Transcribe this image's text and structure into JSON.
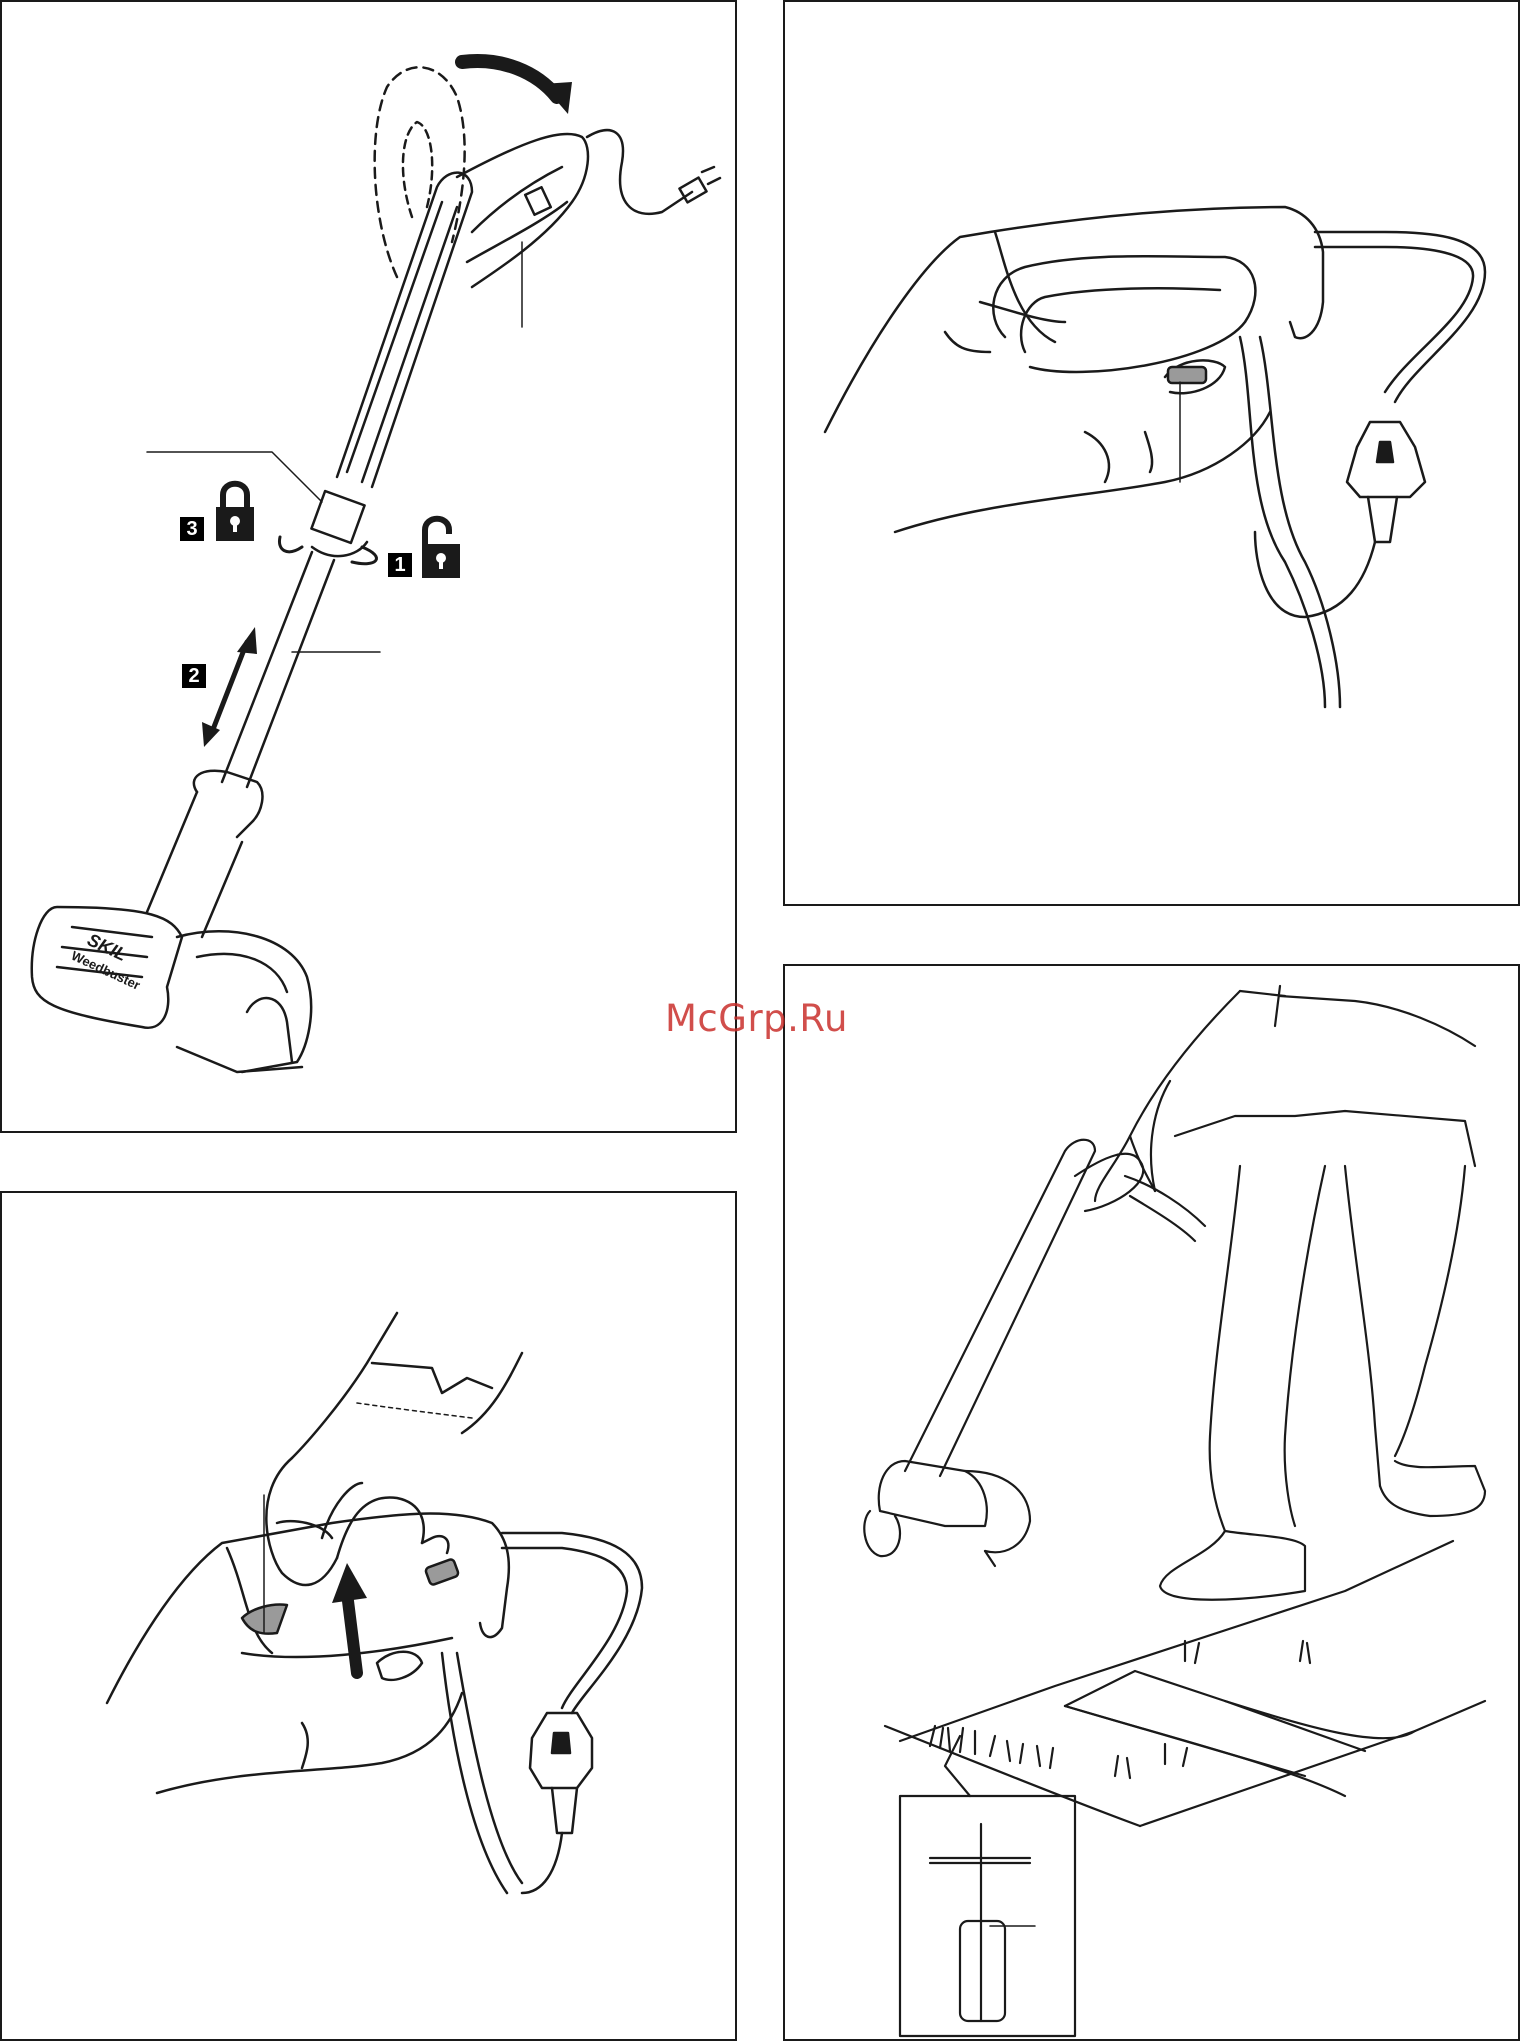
{
  "watermark": {
    "text": "McGrp.Ru",
    "color": "#c9302c"
  },
  "steps": {
    "step1": "1",
    "step2": "2",
    "step3": "3"
  },
  "brand": {
    "logo": "SKIL",
    "model": "Weedbuster"
  },
  "icons": {
    "locked": "padlock-closed-icon",
    "unlocked": "padlock-open-icon",
    "rotate": "rotate-arrow-icon",
    "extend": "double-arrow-icon",
    "fold": "curved-arrow-icon",
    "lift": "up-arrow-icon"
  },
  "colors": {
    "line": "#1a1a1a",
    "shade": "#9a9a9a",
    "background": "#ffffff"
  }
}
